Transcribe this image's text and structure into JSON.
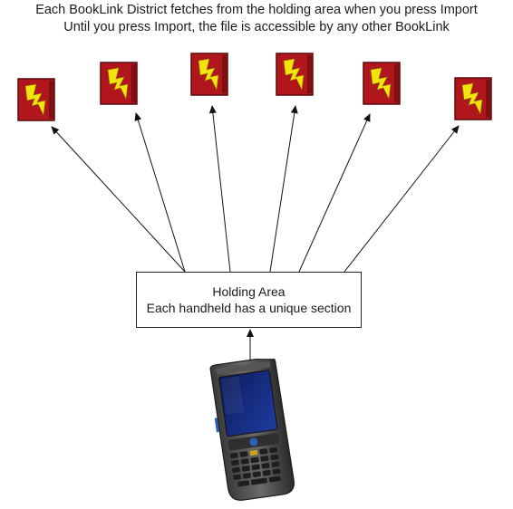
{
  "captions": {
    "line1": "Each BookLink District fetches from the holding area when you press Import",
    "line2": "Until you press Import, the file is accessible by any other BookLink"
  },
  "holding_area": {
    "title": "Holding Area",
    "subtitle": "Each handheld has a unique section"
  },
  "booklink_districts": [
    {
      "icon": "booklink-icon"
    },
    {
      "icon": "booklink-icon"
    },
    {
      "icon": "booklink-icon"
    },
    {
      "icon": "booklink-icon"
    },
    {
      "icon": "booklink-icon"
    },
    {
      "icon": "booklink-icon"
    }
  ],
  "handheld": {
    "icon": "handheld-device-icon"
  },
  "colors": {
    "book_red": "#b0161b",
    "lightning_yellow": "#f2e20e",
    "connector": "#111111"
  }
}
